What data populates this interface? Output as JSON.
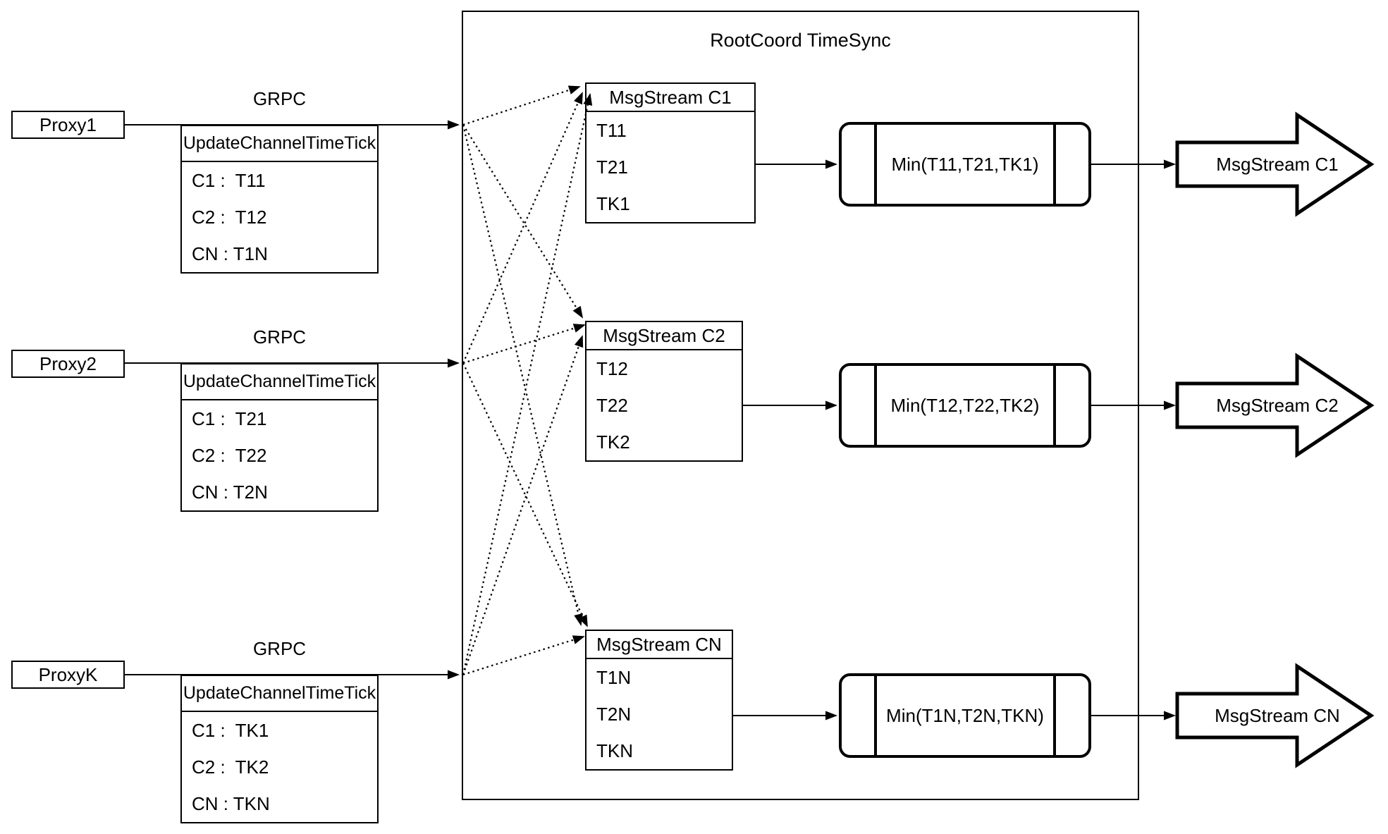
{
  "diagram": {
    "container_title": "RootCoord TimeSync",
    "proxies": [
      {
        "name": "Proxy1",
        "grpc_label": "GRPC",
        "table_header": "UpdateChannelTimeTick",
        "rows": [
          "C1 :  T11",
          "C2 :  T12",
          "CN : T1N"
        ]
      },
      {
        "name": "Proxy2",
        "grpc_label": "GRPC",
        "table_header": "UpdateChannelTimeTick",
        "rows": [
          "C1 :  T21",
          "C2 :  T22",
          "CN : T2N"
        ]
      },
      {
        "name": "ProxyK",
        "grpc_label": "GRPC",
        "table_header": "UpdateChannelTimeTick",
        "rows": [
          "C1 :  TK1",
          "C2 :  TK2",
          "CN : TKN"
        ]
      }
    ],
    "msgstreams": [
      {
        "title": "MsgStream C1",
        "rows": [
          "T11",
          "T21",
          "TK1"
        ],
        "min_label": "Min(T11,T21,TK1)",
        "output_label": "MsgStream C1"
      },
      {
        "title": "MsgStream C2",
        "rows": [
          "T12",
          "T22",
          "TK2"
        ],
        "min_label": "Min(T12,T22,TK2)",
        "output_label": "MsgStream C2"
      },
      {
        "title": "MsgStream CN",
        "rows": [
          "T1N",
          "T2N",
          "TKN"
        ],
        "min_label": "Min(T1N,T2N,TKN)",
        "output_label": "MsgStream CN"
      }
    ],
    "colors": {
      "stroke": "#000000",
      "background": "#ffffff"
    }
  }
}
